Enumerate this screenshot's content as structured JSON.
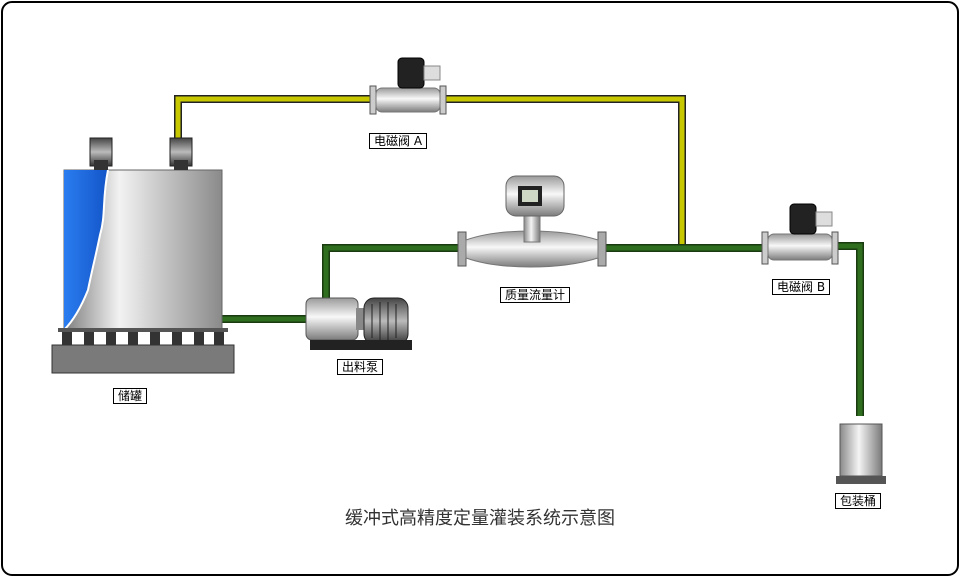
{
  "title": "缓冲式高精度定量灌装系统示意图",
  "labels": {
    "valve_a": "电磁阀 A",
    "valve_b": "电磁阀 B",
    "flowmeter": "质量流量计",
    "pump": "出料泵",
    "tank": "储罐",
    "bucket": "包装桶"
  },
  "colors": {
    "frame": "#000000",
    "pipe_yellow": "#c8c800",
    "pipe_green": "#2e6e1e",
    "tank_liquid": "#1f6fe0",
    "tank_body": "#bdbdbd",
    "tank_base": "#7a7a7a"
  }
}
